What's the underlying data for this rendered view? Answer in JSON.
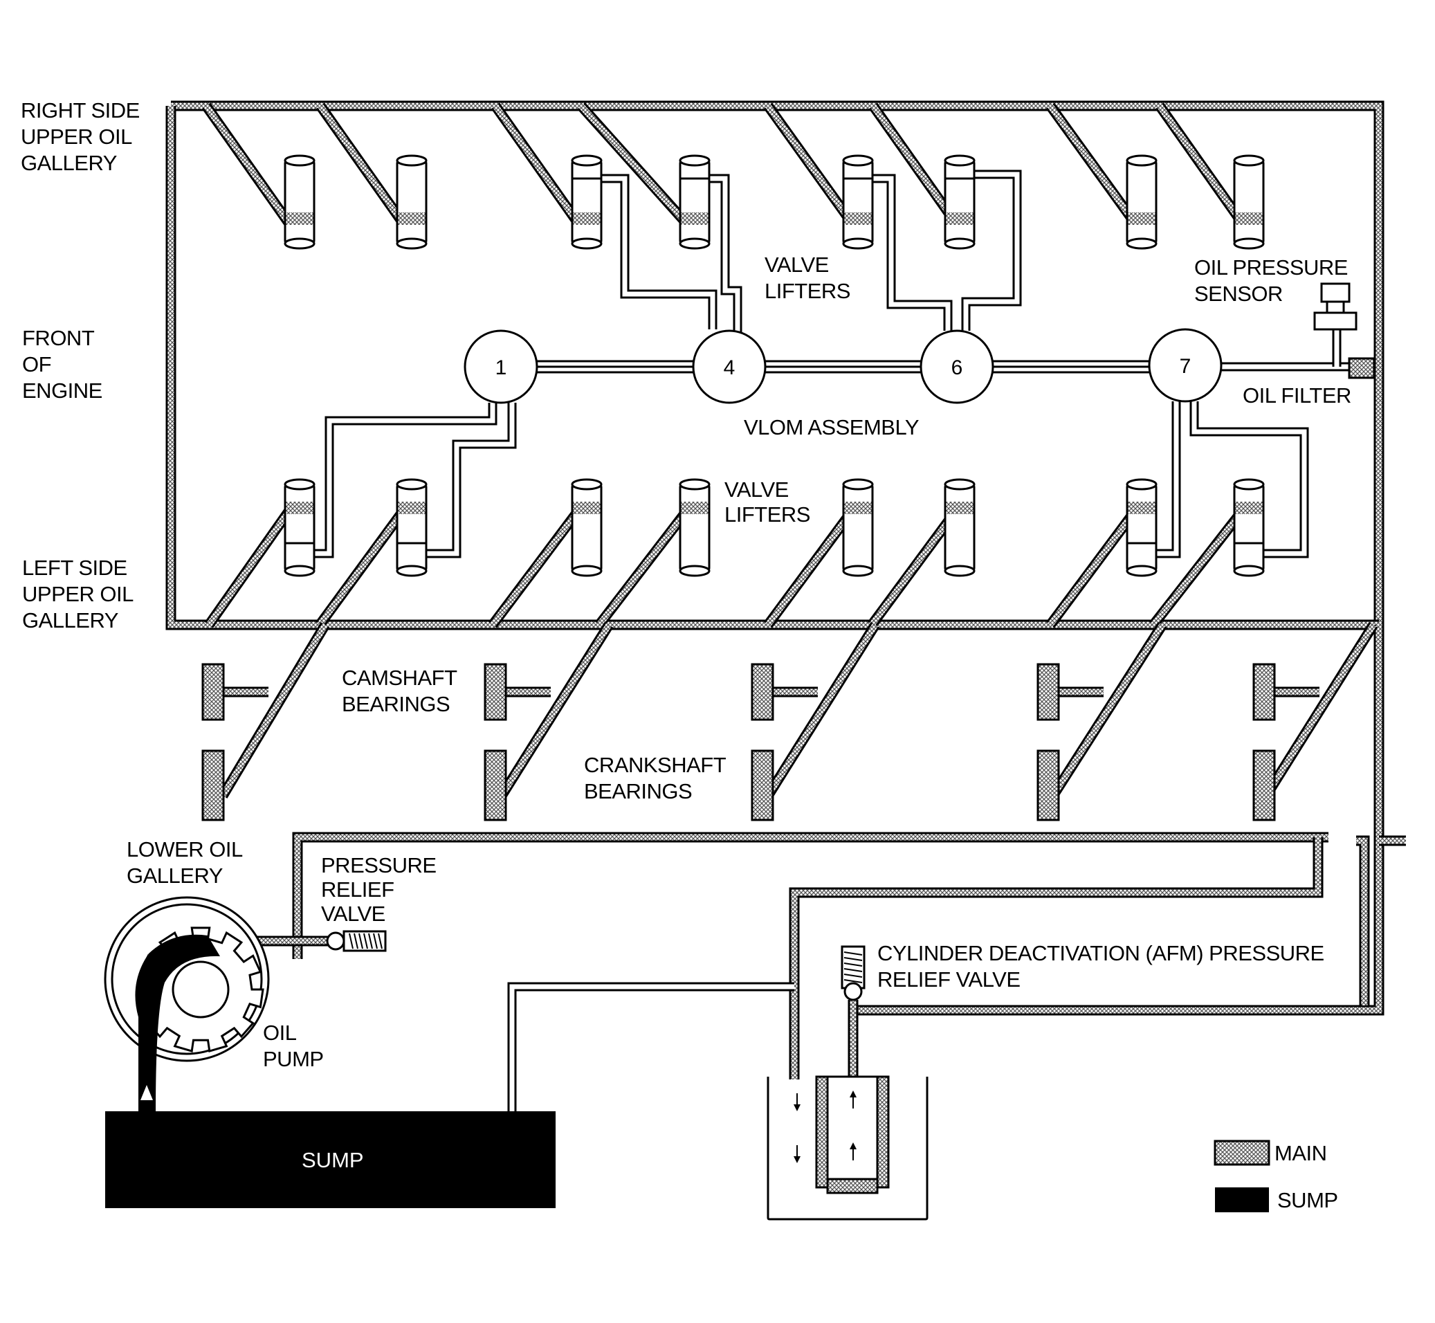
{
  "labels": {
    "right_gallery": [
      "RIGHT SIDE",
      "UPPER OIL",
      "GALLERY"
    ],
    "front": [
      "FRONT",
      "OF",
      "ENGINE"
    ],
    "left_gallery": [
      "LEFT SIDE",
      "UPPER OIL",
      "GALLERY"
    ],
    "valve_lifters_top": [
      "VALVE",
      "LIFTERS"
    ],
    "valve_lifters_bottom": [
      "VALVE",
      "LIFTERS"
    ],
    "oil_pressure_sensor": [
      "OIL PRESSURE",
      "SENSOR"
    ],
    "oil_filter": "OIL FILTER",
    "vlom": "VLOM ASSEMBLY",
    "camshaft_bearings": [
      "CAMSHAFT",
      "BEARINGS"
    ],
    "crankshaft_bearings": [
      "CRANKSHAFT",
      "BEARINGS"
    ],
    "lower_gallery": [
      "LOWER OIL",
      "GALLERY"
    ],
    "pressure_relief": [
      "PRESSURE",
      "RELIEF",
      "VALVE"
    ],
    "oil_pump": [
      "OIL",
      "PUMP"
    ],
    "afm_relief": [
      "CYLINDER DEACTIVATION (AFM) PRESSURE",
      "RELIEF VALVE"
    ],
    "sump": "SUMP"
  },
  "vlom_solenoids": [
    "1",
    "4",
    "6",
    "7"
  ],
  "legend": [
    {
      "key": "main",
      "label": "MAIN"
    },
    {
      "key": "sump",
      "label": "SUMP"
    }
  ],
  "colors": {
    "ink": "#000000",
    "paper": "#ffffff",
    "hatch": "#8c8c8c"
  }
}
